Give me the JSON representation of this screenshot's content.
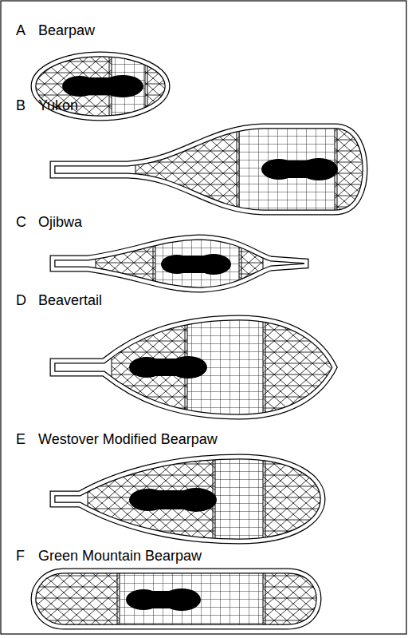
{
  "diagram": {
    "labels": [
      "A",
      "Bearpaw",
      "B",
      "Yukon",
      "C",
      "Ojibwa",
      "D",
      "Beavertail",
      "E",
      "Westover Modified Bearpaw",
      "F",
      "Green Mountain Bearpaw"
    ]
  }
}
